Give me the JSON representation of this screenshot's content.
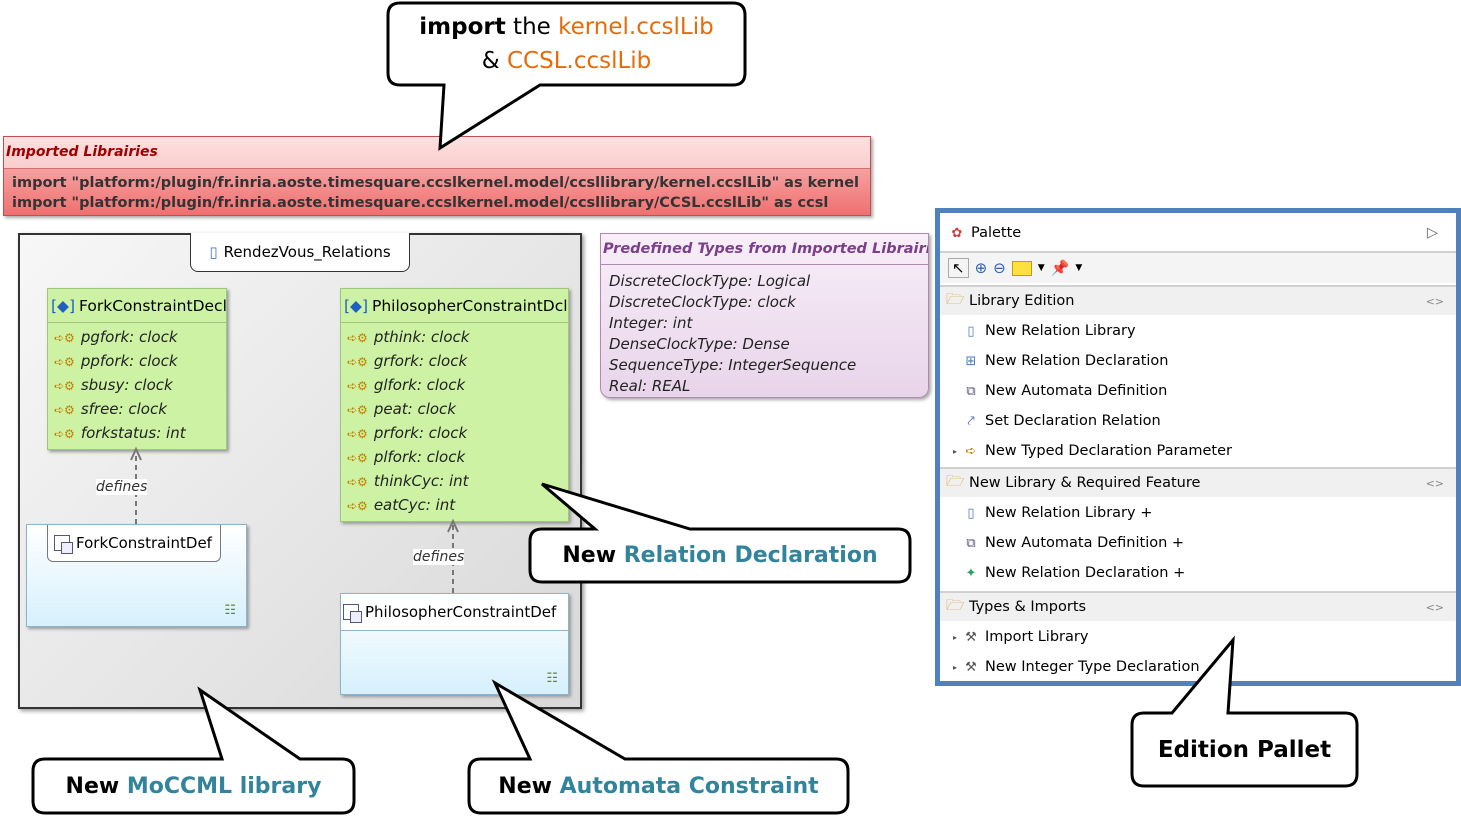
{
  "callouts": {
    "import": {
      "word1": "import",
      "word2": " the ",
      "lib1": "kernel.ccslLib",
      "amp": "& ",
      "lib2": "CCSL.ccslLib"
    },
    "relation_declaration": {
      "prefix": "New ",
      "highlight": "Relation Declaration"
    },
    "moccml_library": {
      "prefix": "New ",
      "highlight": "MoCCML library"
    },
    "automata_constraint": {
      "prefix": "New ",
      "highlight": "Automata Constraint"
    },
    "edition_pallet": {
      "text": "Edition Pallet"
    }
  },
  "colors": {
    "orange": "#e46c0a",
    "teal": "#31849b",
    "palette_border": "#4f81bd"
  },
  "imported_libraries": {
    "title": "Imported Librairies",
    "lines": [
      "import \"platform:/plugin/fr.inria.aoste.timesquare.ccslkernel.model/ccsllibrary/kernel.ccslLib\" as kernel",
      "import \"platform:/plugin/fr.inria.aoste.timesquare.ccslkernel.model/ccsllibrary/CCSL.ccslLib\" as ccsl"
    ]
  },
  "diagram": {
    "title": "RendezVous_Relations",
    "fork_decl": {
      "name": "ForkConstraintDecl",
      "attrs": [
        "pgfork: clock",
        "ppfork: clock",
        "sbusy: clock",
        "sfree: clock",
        "forkstatus: int"
      ]
    },
    "philo_decl": {
      "name": "PhilosopherConstraintDcl",
      "attrs": [
        "pthink: clock",
        "grfork: clock",
        "glfork: clock",
        "peat: clock",
        "prfork: clock",
        "plfork: clock",
        "thinkCyc: int",
        "eatCyc: int"
      ]
    },
    "fork_def": {
      "name": "ForkConstraintDef"
    },
    "philo_def": {
      "name": "PhilosopherConstraintDef"
    },
    "defines_label": "defines"
  },
  "predefined_types": {
    "title": "Predefined Types from Imported Librairies",
    "items": [
      "DiscreteClockType: Logical",
      "DiscreteClockType: clock",
      "Integer: int",
      "DenseClockType: Dense",
      "SequenceType: IntegerSequence",
      "Real: REAL"
    ]
  },
  "palette": {
    "title": "Palette",
    "drawers": [
      {
        "label": "Library Edition",
        "items": [
          "New Relation Library",
          "New Relation Declaration",
          "New Automata Definition",
          "Set Declaration Relation",
          "New Typed Declaration Parameter"
        ]
      },
      {
        "label": "New Library & Required Feature",
        "items": [
          "New Relation Library +",
          "New Automata Definition +",
          "New Relation Declaration +"
        ]
      },
      {
        "label": "Types & Imports",
        "items": [
          "Import Library",
          "New Integer Type Declaration"
        ]
      }
    ]
  }
}
